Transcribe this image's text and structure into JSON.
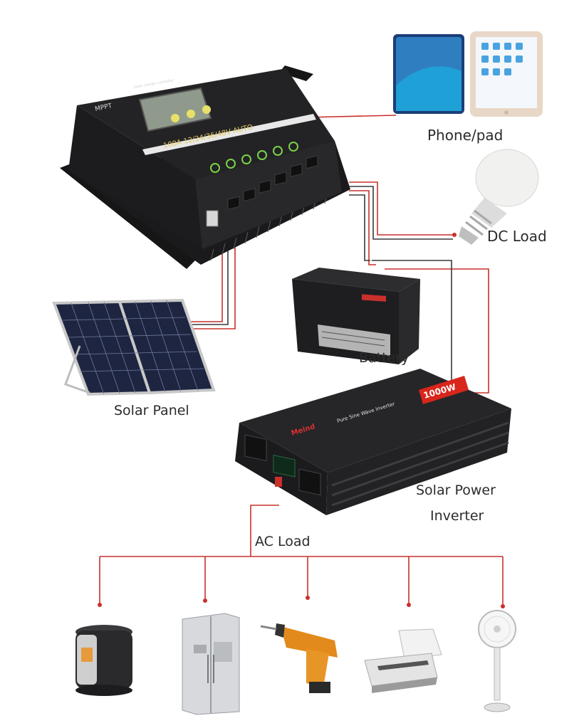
{
  "labels": {
    "phone_pad": "Phone/pad",
    "dc_load": "DC Load",
    "battery": "Battery",
    "solar_panel": "Solar Panel",
    "inverter_line1": "Solar Power",
    "inverter_line2": "Inverter",
    "ac_load": "AC Load"
  },
  "controller": {
    "brand": "MPPT",
    "title": "Solar charge controller",
    "rating": "100A 12/24/36/48V AUTO"
  },
  "inverter": {
    "brand": "Meind",
    "model": "Pure Sine Wave Inverter",
    "power_badge": "1000W"
  },
  "colors": {
    "wire_red": "#c9302c",
    "wire_dark": "#3a3a3a",
    "device_body": "#1f1f21",
    "led_green": "#7bd14a",
    "badge_red": "#d9261c"
  },
  "ac_loads": [
    {
      "icon": "rice-cooker-icon"
    },
    {
      "icon": "refrigerator-icon"
    },
    {
      "icon": "power-drill-icon"
    },
    {
      "icon": "printer-icon"
    },
    {
      "icon": "standing-fan-icon"
    }
  ]
}
